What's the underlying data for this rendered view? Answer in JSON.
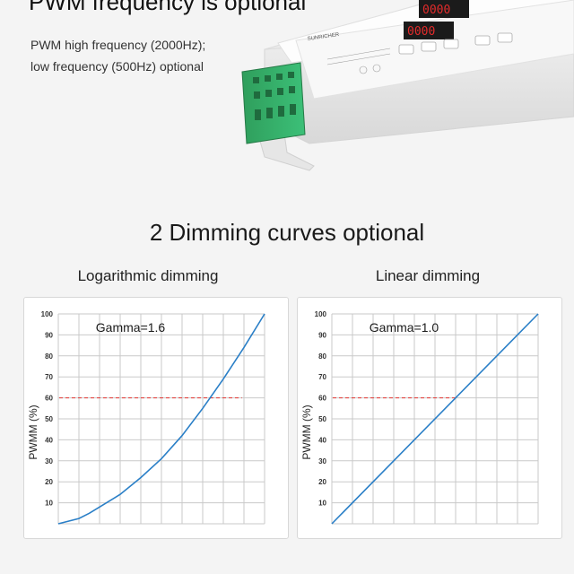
{
  "header": {
    "title": "PWM frequency is optional",
    "desc_lines": [
      "PWM high frequency (2000Hz);",
      "low frequency (500Hz) optional"
    ]
  },
  "product": {
    "brand_label": "SUNRICHER",
    "display_left": "0000",
    "display_right": "0000",
    "colors": {
      "body": "#ffffff",
      "terminal": "#35b36b",
      "display": "#e32b2b"
    }
  },
  "section": {
    "title": "2 Dimming curves optional"
  },
  "charts": {
    "left": {
      "heading": "Logarithmic dimming",
      "gamma": "Gamma=1.6"
    },
    "right": {
      "heading": "Linear dimming",
      "gamma": "Gamma=1.0"
    }
  },
  "chart_data": [
    {
      "type": "line",
      "title": "Logarithmic dimming",
      "ylabel": "PWMM (%)",
      "xlabel": "",
      "annotation": "Gamma=1.6",
      "ylim": [
        0,
        100
      ],
      "xlim": [
        0,
        100
      ],
      "yticks": [
        10,
        20,
        30,
        40,
        50,
        60,
        70,
        80,
        90,
        100
      ],
      "grid": true,
      "reference_line": {
        "y": 60,
        "style": "dashed",
        "color": "#e53935"
      },
      "series": [
        {
          "color": "#2a7fc7",
          "x": [
            0,
            10,
            15,
            20,
            30,
            40,
            50,
            60,
            70,
            80,
            90,
            100
          ],
          "y": [
            0,
            2.5,
            5,
            8,
            14,
            22,
            31,
            42,
            55,
            69,
            84,
            100
          ]
        }
      ]
    },
    {
      "type": "line",
      "title": "Linear dimming",
      "ylabel": "PWMM (%)",
      "xlabel": "",
      "annotation": "Gamma=1.0",
      "ylim": [
        0,
        100
      ],
      "xlim": [
        0,
        100
      ],
      "yticks": [
        10,
        20,
        30,
        40,
        50,
        60,
        70,
        80,
        90,
        100
      ],
      "grid": true,
      "reference_line": {
        "y": 60,
        "style": "dashed",
        "color": "#e53935"
      },
      "series": [
        {
          "color": "#2a7fc7",
          "x": [
            0,
            100
          ],
          "y": [
            0,
            100
          ]
        }
      ]
    }
  ]
}
